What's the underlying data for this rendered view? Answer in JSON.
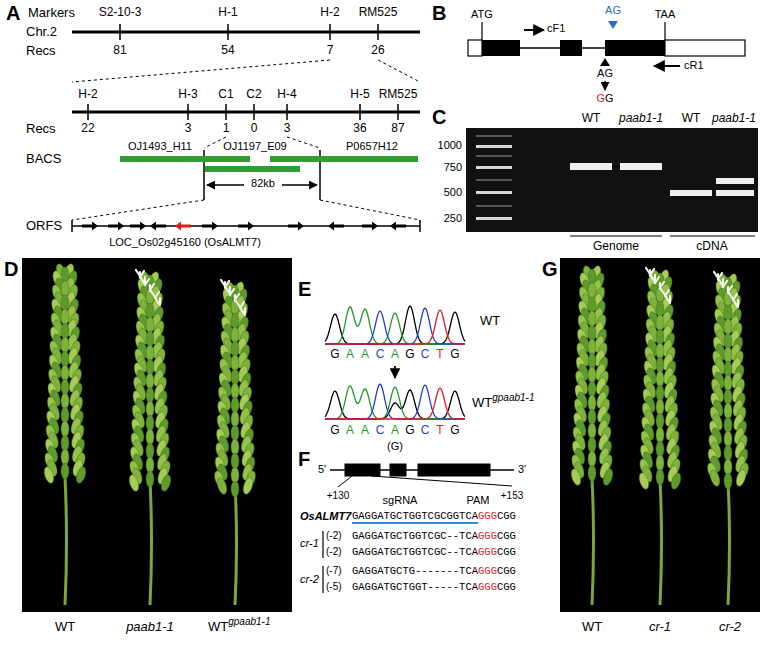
{
  "diagram": {
    "labels": [
      "A",
      "Markers",
      "S2-10-3",
      "H-1",
      "H-2",
      "RM525",
      "Chr.2",
      "Recs",
      "81",
      "54",
      "7",
      "26",
      "H-2",
      "H-3",
      "C1",
      "C2",
      "H-4",
      "H-5",
      "RM525",
      "Recs",
      "22",
      "3",
      "1",
      "0",
      "3",
      "36",
      "87",
      "BACS",
      "OJ1493_H11",
      "OJ1197_E09",
      "P0657H12",
      "82kb",
      "ORFS",
      "LOC_Os02g45160 (OsALMT7)",
      "B",
      "ATG",
      "cF1",
      "AG",
      "TAA",
      "AG",
      "G",
      "G",
      "cR1",
      "C",
      "WT",
      "paab1-1",
      "WT",
      "paab1-1",
      "1000",
      "750",
      "500",
      "250",
      "Genome",
      "cDNA",
      "D",
      "WT",
      "paab1-1",
      "WT",
      "gpaab1-1",
      "E",
      "G",
      "A",
      "A",
      "C",
      "A",
      "G",
      "C",
      "T",
      "G",
      "WT",
      "G",
      "A",
      "A",
      "C",
      "A",
      "G",
      "C",
      "T",
      "G",
      "(G)",
      "WT",
      "gpaab1-1",
      "F",
      "5'",
      "3'",
      "+130",
      "sgRNA",
      "PAM",
      "+153",
      "OsALMT7",
      "GAGGATGCTGGTCGCGGTCA",
      "GGG",
      "CGG",
      "cr-1",
      "(-2)",
      "GAGGATGCTGGTCGC--TCA",
      "GGG",
      "CGG",
      "(-2)",
      "GAGGATGCTGGTCGC--TCA",
      "GGG",
      "CGG",
      "cr-2",
      "(-7)",
      "GAGGATGCTG-------TCA",
      "GGG",
      "CGG",
      "(-5)",
      "GAGGATGCTGGT-----TCA",
      "GGG",
      "CGG",
      "G",
      "WT",
      "cr-1",
      "cr-2"
    ]
  }
}
